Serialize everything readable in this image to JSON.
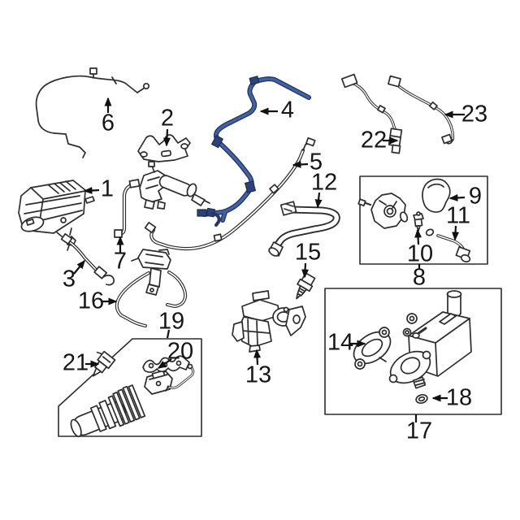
{
  "diagram": {
    "type": "exploded-parts-diagram",
    "background_color": "#ffffff",
    "line_color": "#2d2d2d",
    "highlight_tube_color": "#44639f",
    "highlight_tube_edge_color": "#24366b",
    "arrow_color": "#111111",
    "parts": [
      {
        "label": "1"
      },
      {
        "label": "2"
      },
      {
        "label": "3"
      },
      {
        "label": "4"
      },
      {
        "label": "5"
      },
      {
        "label": "6"
      },
      {
        "label": "7"
      },
      {
        "label": "8"
      },
      {
        "label": "9"
      },
      {
        "label": "10"
      },
      {
        "label": "11"
      },
      {
        "label": "12"
      },
      {
        "label": "13"
      },
      {
        "label": "14"
      },
      {
        "label": "15"
      },
      {
        "label": "16"
      },
      {
        "label": "17"
      },
      {
        "label": "18"
      },
      {
        "label": "19"
      },
      {
        "label": "20"
      },
      {
        "label": "21"
      },
      {
        "label": "22"
      },
      {
        "label": "23"
      }
    ]
  }
}
